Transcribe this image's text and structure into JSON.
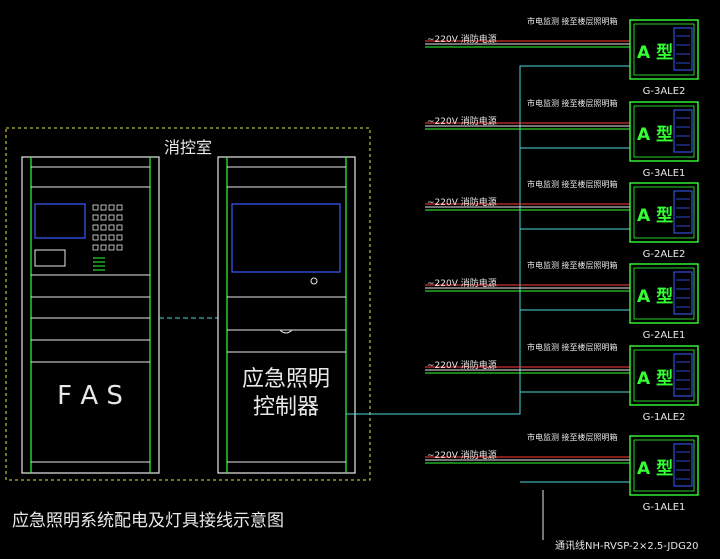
{
  "room_label": "消控室",
  "fas_label": "F A S",
  "controller_label_1": "应急照明",
  "controller_label_2": "控制器",
  "diagram_title": "应急照明系统配电及灯具接线示意图",
  "bus_label": "通讯线NH-RVSP-2×2.5-JDG20",
  "power_label": "~220V 消防电源",
  "monitor_label": "市电监测 接至楼层照明箱",
  "panel_type": "A 型",
  "panels": [
    {
      "id": "G-3ALE2"
    },
    {
      "id": "G-3ALE1"
    },
    {
      "id": "G-2ALE2"
    },
    {
      "id": "G-2ALE1"
    },
    {
      "id": "G-1ALE2"
    },
    {
      "id": "G-1ALE1"
    }
  ],
  "colors": {
    "green": "#33ff33",
    "cyan": "#4fd6d6",
    "yellow": "#e6e64d",
    "red": "#ff3b3b",
    "white": "#e8e8e8",
    "blue": "#3b5bff"
  }
}
